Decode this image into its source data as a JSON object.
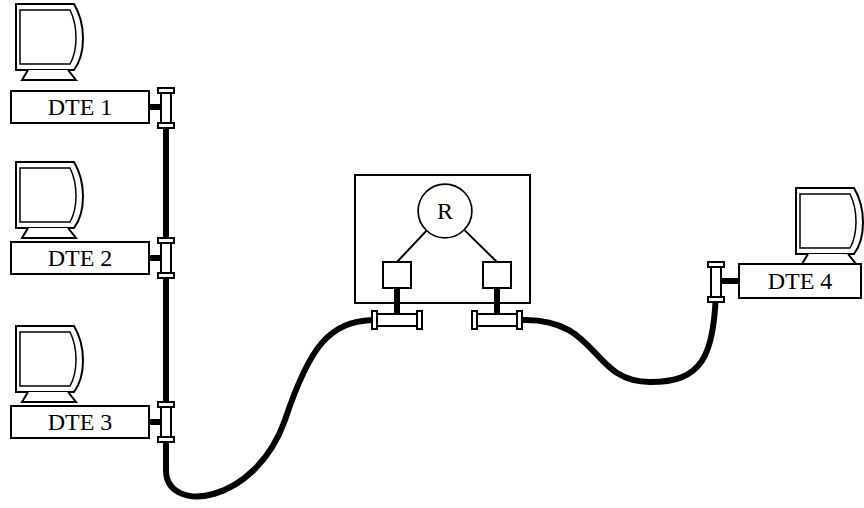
{
  "diagram": {
    "nodes": [
      {
        "text": [
          "DTE 1"
        ]
      },
      {
        "text": [
          "DTE 2"
        ]
      },
      {
        "text": [
          "DTE 3"
        ]
      },
      {
        "text": [
          "R"
        ]
      },
      {
        "text": [
          "DTE 4"
        ]
      }
    ],
    "edges": [
      {
        "from": 0,
        "to": 1,
        "arrow": "none"
      },
      {
        "from": 1,
        "to": 2,
        "arrow": "none"
      },
      {
        "from": 2,
        "to": 3,
        "arrow": "none"
      },
      {
        "from": 3,
        "to": 4,
        "arrow": "none"
      }
    ]
  }
}
